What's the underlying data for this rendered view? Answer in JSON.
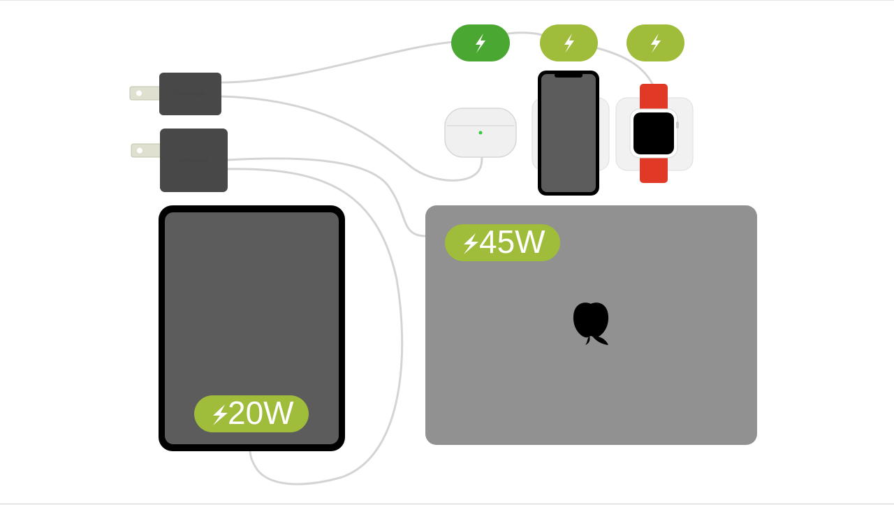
{
  "chargers": [
    {
      "label": "CHARGER"
    },
    {
      "label": "CHARGER"
    }
  ],
  "wattage_badges": [
    {
      "text": "20W",
      "icon": "lightning-bolt-icon",
      "device": "tablet"
    },
    {
      "text": "45W",
      "icon": "lightning-bolt-icon",
      "device": "laptop"
    }
  ],
  "small_badges": [
    {
      "icon": "lightning-bolt-icon",
      "color": "#4aa832"
    },
    {
      "icon": "lightning-bolt-icon",
      "color": "#9fbc3a"
    },
    {
      "icon": "lightning-bolt-icon",
      "color": "#9fbc3a"
    }
  ],
  "colors": {
    "badge_green": "#9fbc3a",
    "badge_bright_green": "#4aa832",
    "cable": "#d4d4d4",
    "charger_body": "#484848",
    "laptop_lid": "#919191",
    "tablet_screen": "#5c5c5c",
    "watch_band": "#e03a26"
  }
}
